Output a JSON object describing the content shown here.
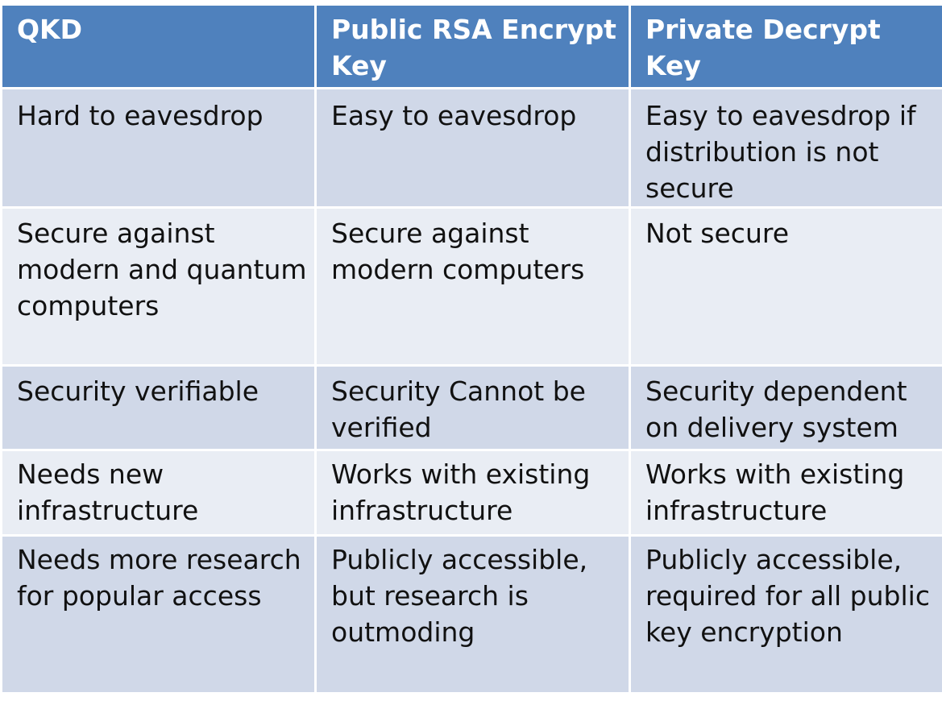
{
  "table": {
    "headers": [
      "QKD",
      "Public RSA Encrypt Key",
      "Private Decrypt Key"
    ],
    "rows": [
      [
        "Hard to eavesdrop",
        "Easy to eavesdrop",
        "Easy to eavesdrop if distribution is not secure"
      ],
      [
        "Secure against modern and quantum computers",
        "Secure against modern computers",
        "Not secure"
      ],
      [
        "Security verifiable",
        "Security Cannot be verified",
        "Security dependent on delivery system"
      ],
      [
        "Needs new infrastructure",
        "Works with existing infrastructure",
        "Works with existing infrastructure"
      ],
      [
        "Needs more research for popular access",
        "Publicly accessible, but research is outmoding",
        "Publicly accessible, required for all public key encryption"
      ]
    ]
  },
  "colors": {
    "header_bg": "#4f81bd",
    "header_text": "#ffffff",
    "row_odd_bg": "#d0d8e8",
    "row_even_bg": "#e9edf4",
    "cell_text": "#111111"
  }
}
